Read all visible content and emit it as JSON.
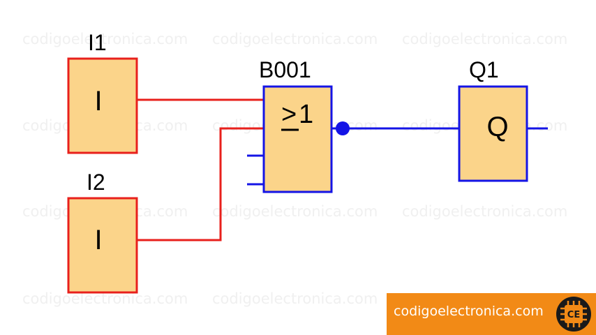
{
  "watermark": "codigoelectronica.com",
  "blocks": {
    "i1": {
      "name": "I1",
      "symbol": "I"
    },
    "i2": {
      "name": "I2",
      "symbol": "I"
    },
    "b001": {
      "name": "B001",
      "symbol_top": ">",
      "symbol_rest": "1"
    },
    "q1": {
      "name": "Q1",
      "symbol": "Q"
    }
  },
  "brand": {
    "site": "codigoelectronica.com",
    "logo_text": "CE"
  },
  "colors": {
    "block_fill": "#fbd48a",
    "input_border": "#e8201c",
    "logic_border": "#1414e6",
    "banner": "#f28a16"
  }
}
